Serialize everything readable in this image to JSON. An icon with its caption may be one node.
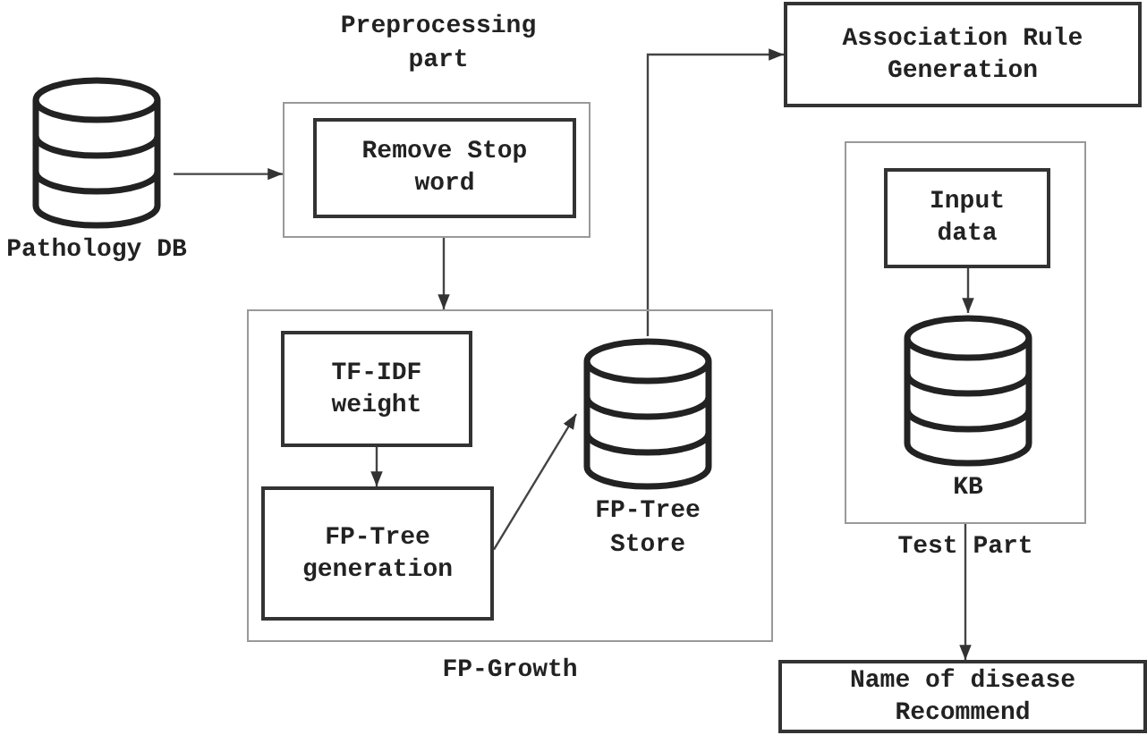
{
  "diagram": {
    "nodes": [
      {
        "text": [
          "Pathology DB"
        ]
      },
      {
        "text": [
          "Preprocessing part"
        ]
      },
      {
        "text": [
          "Remove Stop word"
        ],
        "in": 1
      },
      {
        "text": [
          "FP-Growth"
        ]
      },
      {
        "text": [
          "TF-IDF weight"
        ],
        "in": 3
      },
      {
        "text": [
          "FP-Tree generation"
        ],
        "in": 3
      },
      {
        "text": [
          "FP-Tree Store"
        ],
        "in": 3
      },
      {
        "text": [
          "Association Rule Generation"
        ]
      },
      {
        "text": [
          "Test Part"
        ]
      },
      {
        "text": [
          "Input data"
        ],
        "in": 8
      },
      {
        "text": [
          "KB"
        ],
        "in": 8
      },
      {
        "text": [
          "Name of disease Recommend"
        ]
      }
    ],
    "edges": [
      {
        "from": 0,
        "to": 1,
        "arrow": "to"
      },
      {
        "from": 1,
        "to": 3,
        "arrow": "to"
      },
      {
        "from": 4,
        "to": 5,
        "arrow": "to"
      },
      {
        "from": 5,
        "to": 6,
        "arrow": "to"
      },
      {
        "from": 6,
        "to": 7,
        "arrow": "to"
      },
      {
        "from": 9,
        "to": 10,
        "arrow": "to"
      },
      {
        "from": 8,
        "to": 11,
        "arrow": "to"
      }
    ]
  }
}
